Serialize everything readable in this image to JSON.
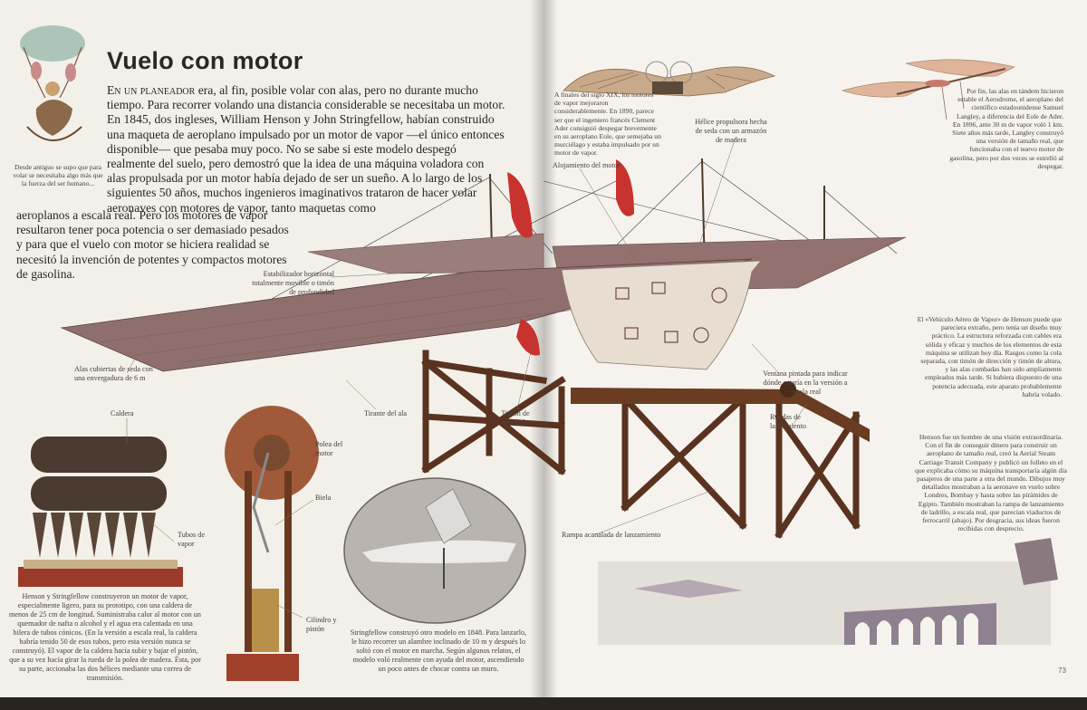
{
  "title": "Vuelo con motor",
  "lead_initial": "En un planeador",
  "lead_body": " era, al fin, posible volar con alas, pero no durante mucho tiempo. Para recorrer volando una distancia considerable se necesitaba un motor. En 1845, dos ingleses, William Henson y John Stringfellow, habían construido una maqueta de aeroplano impulsado por un motor de vapor —el único entonces disponible— que pesaba muy poco. No se sabe si este modelo despegó realmente del suelo, pero demostró que la idea de una máquina voladora con alas propulsada por un motor había dejado de ser un sueño. A lo largo de los siguientes 50 años, muchos ingenieros imaginativos trataron de hacer volar aeronaves con motores de vapor, tanto maquetas como",
  "lead_tail": "aeroplanos a escala real. Pero los motores de vapor resultaron tener poca potencia o ser demasiado pesados y para que el vuelo con motor se hiciera realidad se necesitó la invención de potentes y compactos motores de gasolina.",
  "captions": {
    "balloon": "Desde antiguo se supo que para volar se necesitaba algo más que la fuerza del ser humano...",
    "top_center": "A finales del siglo XIX, los motores de vapor mejoraron considerablemente. En 1890, parece ser que el ingeniero francés Clement Ader consiguió despegar brevemente en su aeroplano Eole, que semejaba un murciélago y estaba impulsado por un motor de vapor.",
    "aerodrome": "Por fin, las alas en tándem hicieron estable el Aerodrome, el aeroplano del científico estadounidense Samuel Langley, a diferencia del Eole de Ader. En 1896, ante 30 m de vapor voló 1 km. Siete años más tarde, Langley construyó una versión de tamaño real, que funcionaba con el nuevo motor de gasolina, pero por dos veces se estrelló al despegar.",
    "henson_vehicle": "El «Vehículo Aéreo de Vapor» de Henson puede que pareciera extraño, pero tenía un diseño muy práctico. La estructura reforzada con cables era sólida y eficaz y muchos de los elementos de esta máquina se utilizan hoy día. Rasgos como la cola separada, con timón de dirección y timón de altura, y las alas combadas han sido ampliamente empleados más tarde. Si hubiera dispuesto de una potencia adecuada, este aparato probablemente habría volado.",
    "henson_vision": "Henson fue un hombre de una visión extraordinaria. Con el fin de conseguir dinero para construir un aeroplano de tamaño real, creó la Aerial Steam Carriage Transit Company y publicó un folleto en el que explicaba cómo su máquina transportaría algún día pasajeros de una parte a otra del mundo. Dibujos muy detallados mostraban a la aeronave en vuelo sobre Londres, Bombay y hasta sobre las pirámides de Egipto. También mostraban la rampa de lanzamiento de ladrillo, a escala real, que parecían viaductos de ferrocarril (abajo). Por desgracia, sus ideas fueron recibidas con desprecio.",
    "engine": "Henson y Stringfellow construyeron un motor de vapor, especialmente ligero, para su prototipo, con una caldera de menos de 25 cm de longitud. Suministraba calor al motor con un quemador de nafta o alcohol y el agua era calentada en una hilera de tubos cónicos. (En la versión a escala real, la caldera habría tenido 50 de esos tubos, pero esta versión nunca se construyó). El vapor de la caldera hacía subir y bajar el pistón, que a su vez hacía girar la rueda de la polea de madera. Ésta, por su parte, accionaba las dos hélices mediante una correa de transmisión.",
    "stringfellow": "Stringfellow construyó otro modelo en 1848. Para lanzarlo, le hizo recorrer un alambre inclinado de 10 m y después lo soltó con el motor en marcha. Según algunos relatos, el modelo voló realmente con ayuda del motor, ascendiendo un poco antes de chocar contra un muro."
  },
  "labels": {
    "alojamiento_motor": "Alojamiento del motor",
    "helice": "Hélice propulsora hecha de seda con un armazón de madera",
    "estabilizador": "Estabilizador horizontal totalmente movible o timón de profundidad",
    "alas_seda": "Alas cubiertas de seda con una envergadura de 6 m",
    "tirante": "Tirante del ala",
    "timon": "Timón de dirección",
    "ventana": "Ventana pintada para indicar dónde estaría en la versión a escala real",
    "ruedas": "Ruedas de lanzamiento",
    "rampa": "Rampa acanalada de lanzamiento",
    "caldera": "Caldera",
    "tubos": "Tubos de vapor",
    "polea": "Polea del motor",
    "biela": "Biela",
    "cilindro": "Cilindro y pistón"
  },
  "page_number": "73",
  "colors": {
    "paper_left": "#f3f0ea",
    "paper_right": "#f6f3ee",
    "wing_silk": "#8f6f6e",
    "timber": "#5a3320",
    "propeller": "#c8322f"
  }
}
